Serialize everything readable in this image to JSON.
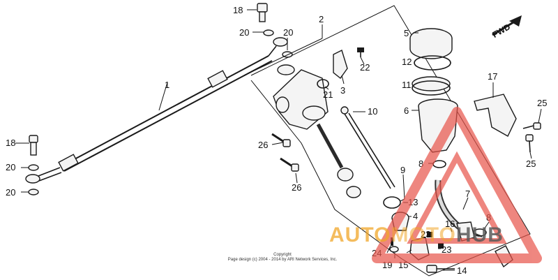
{
  "fwd_label": "FWD",
  "copyright": {
    "line1": "Copyright",
    "line2": "Page design (c) 2004 - 2014 by ARI Network Services, Inc."
  },
  "watermark": {
    "part_a": "AUTO",
    "part_b": "MOTO",
    "part_c": "HUB"
  },
  "callouts": [
    {
      "id": "18a",
      "text": "18"
    },
    {
      "id": "20a",
      "text": "20"
    },
    {
      "id": "20b",
      "text": "20"
    },
    {
      "id": "2",
      "text": "2"
    },
    {
      "id": "1",
      "text": "1"
    },
    {
      "id": "18b",
      "text": "18"
    },
    {
      "id": "20c",
      "text": "20"
    },
    {
      "id": "20d",
      "text": "20"
    },
    {
      "id": "5",
      "text": "5"
    },
    {
      "id": "12",
      "text": "12"
    },
    {
      "id": "11",
      "text": "11"
    },
    {
      "id": "6",
      "text": "6"
    },
    {
      "id": "22",
      "text": "22"
    },
    {
      "id": "21",
      "text": "21"
    },
    {
      "id": "3",
      "text": "3"
    },
    {
      "id": "10",
      "text": "10"
    },
    {
      "id": "26a",
      "text": "26"
    },
    {
      "id": "26b",
      "text": "26"
    },
    {
      "id": "9",
      "text": "9"
    },
    {
      "id": "13",
      "text": "13"
    },
    {
      "id": "4",
      "text": "4"
    },
    {
      "id": "8a",
      "text": "8"
    },
    {
      "id": "7",
      "text": "7"
    },
    {
      "id": "8b",
      "text": "8"
    },
    {
      "id": "16",
      "text": "16"
    },
    {
      "id": "23a",
      "text": "23"
    },
    {
      "id": "23b",
      "text": "23"
    },
    {
      "id": "24",
      "text": "24"
    },
    {
      "id": "19",
      "text": "19"
    },
    {
      "id": "15",
      "text": "15"
    },
    {
      "id": "14",
      "text": "14"
    },
    {
      "id": "17",
      "text": "17"
    },
    {
      "id": "25a",
      "text": "25"
    },
    {
      "id": "25b",
      "text": "25"
    }
  ]
}
